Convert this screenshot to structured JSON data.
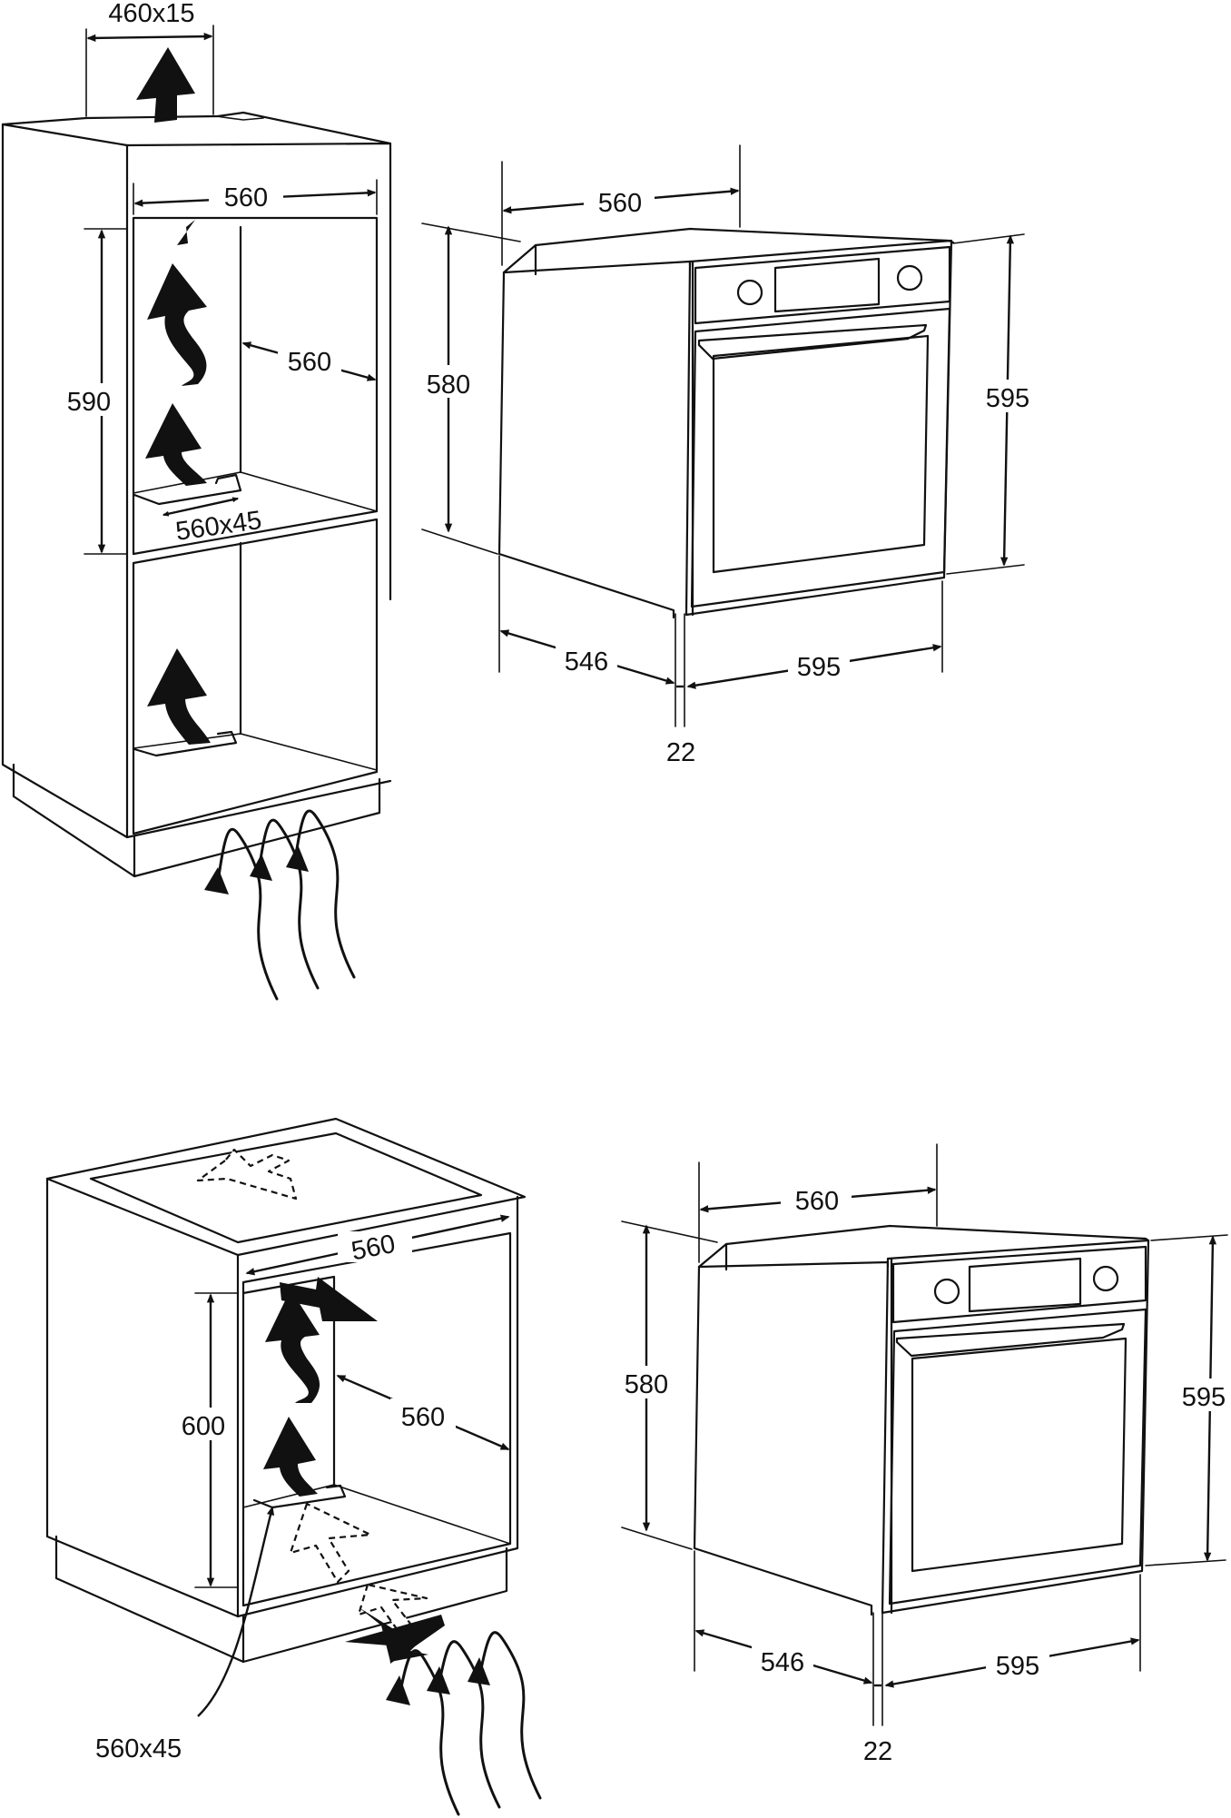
{
  "top": {
    "cabinet": {
      "top_vent": "460x15",
      "width": "560",
      "height": "590",
      "depth": "560",
      "bottom_vent": "560x45"
    },
    "oven": {
      "width": "560",
      "body_height": "580",
      "front_height": "595",
      "depth": "546",
      "front_width": "595",
      "door_thickness": "22"
    }
  },
  "bottom": {
    "cabinet": {
      "width": "560",
      "height": "600",
      "depth": "560",
      "vent": "560x45"
    },
    "oven": {
      "width": "560",
      "body_height": "580",
      "front_height": "595",
      "depth": "546",
      "front_width": "595",
      "door_thickness": "22"
    }
  },
  "colors": {
    "line": "#111111",
    "background": "#ffffff"
  }
}
